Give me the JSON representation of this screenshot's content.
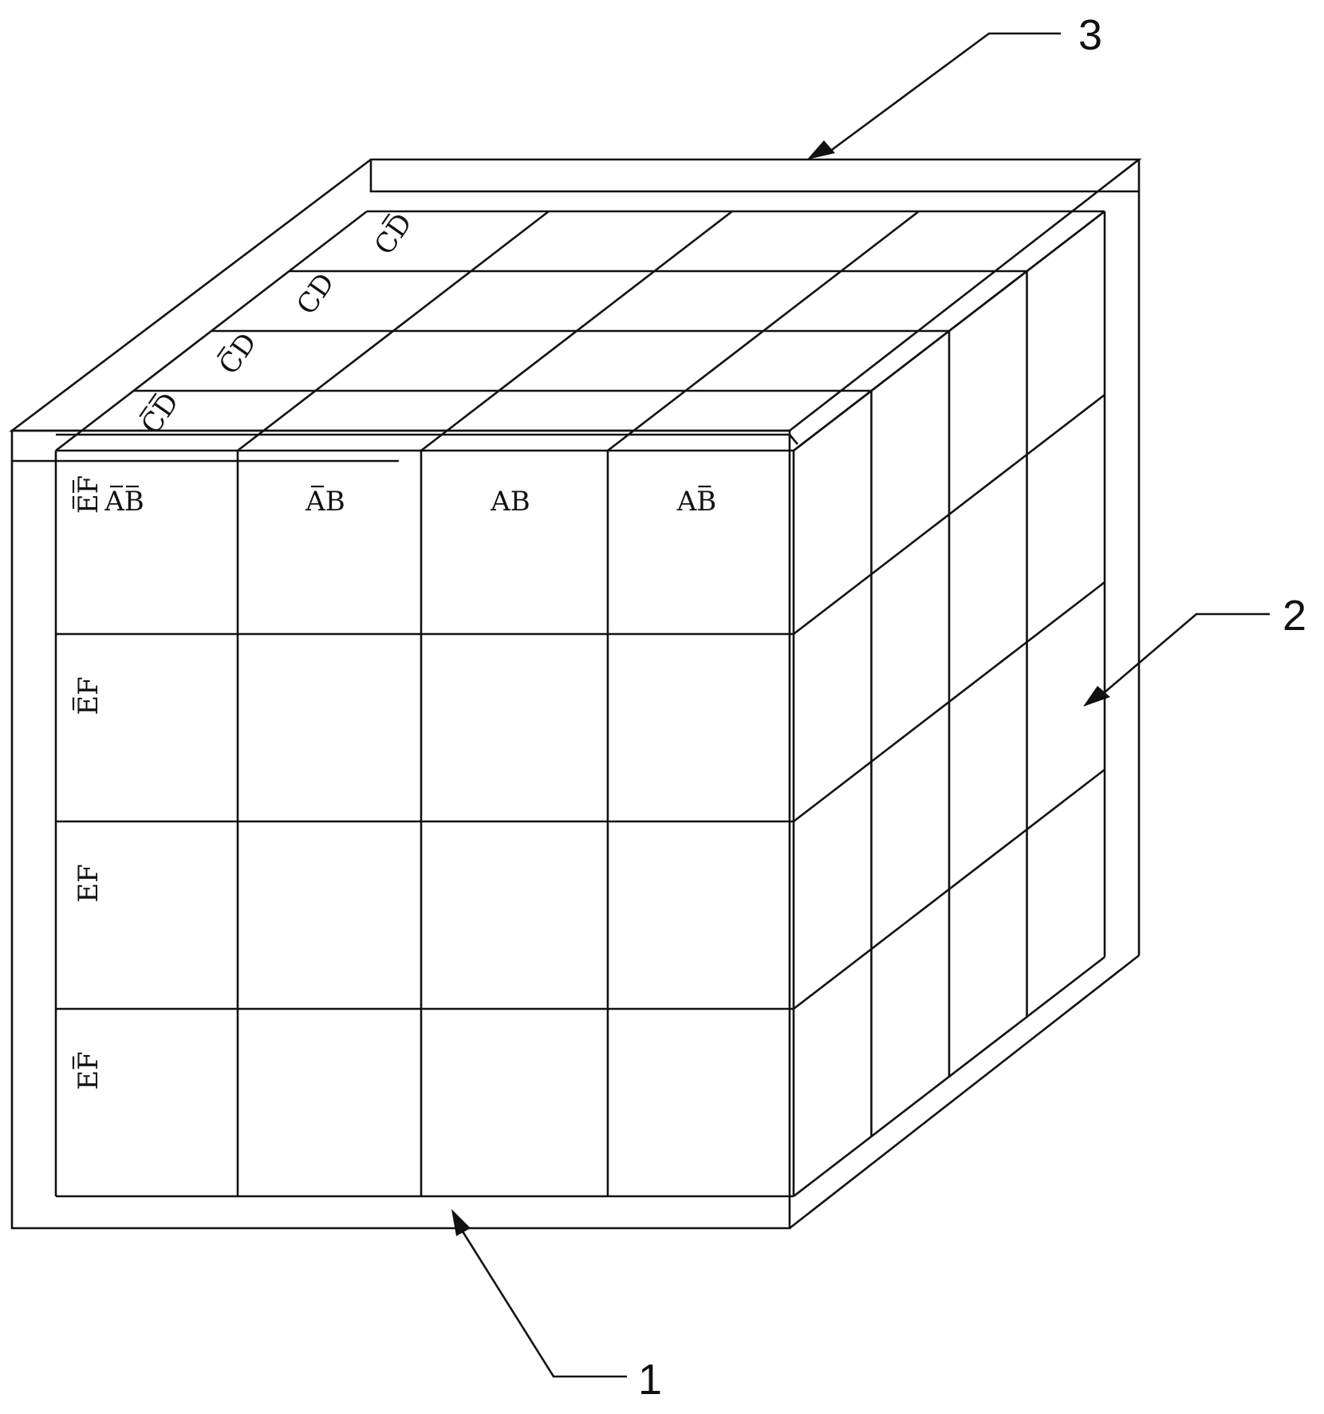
{
  "callouts": {
    "inner_grid": "1",
    "side_face": "2",
    "outer_frame": "3"
  },
  "column_headers": [
    {
      "text": "AB",
      "bar": "both"
    },
    {
      "text": "AB",
      "bar": "first"
    },
    {
      "text": "AB",
      "bar": "none"
    },
    {
      "text": "AB",
      "bar": "second"
    }
  ],
  "row_headers": [
    {
      "text": "EF",
      "bar": "both"
    },
    {
      "text": "EF",
      "bar": "first"
    },
    {
      "text": "EF",
      "bar": "none"
    },
    {
      "text": "EF",
      "bar": "second"
    }
  ],
  "depth_headers": [
    {
      "text": "CD",
      "bar": "both"
    },
    {
      "text": "CD",
      "bar": "first"
    },
    {
      "text": "CD",
      "bar": "none"
    },
    {
      "text": "CD",
      "bar": "second"
    }
  ],
  "colors": {
    "line": "#111111",
    "background": "#ffffff"
  }
}
